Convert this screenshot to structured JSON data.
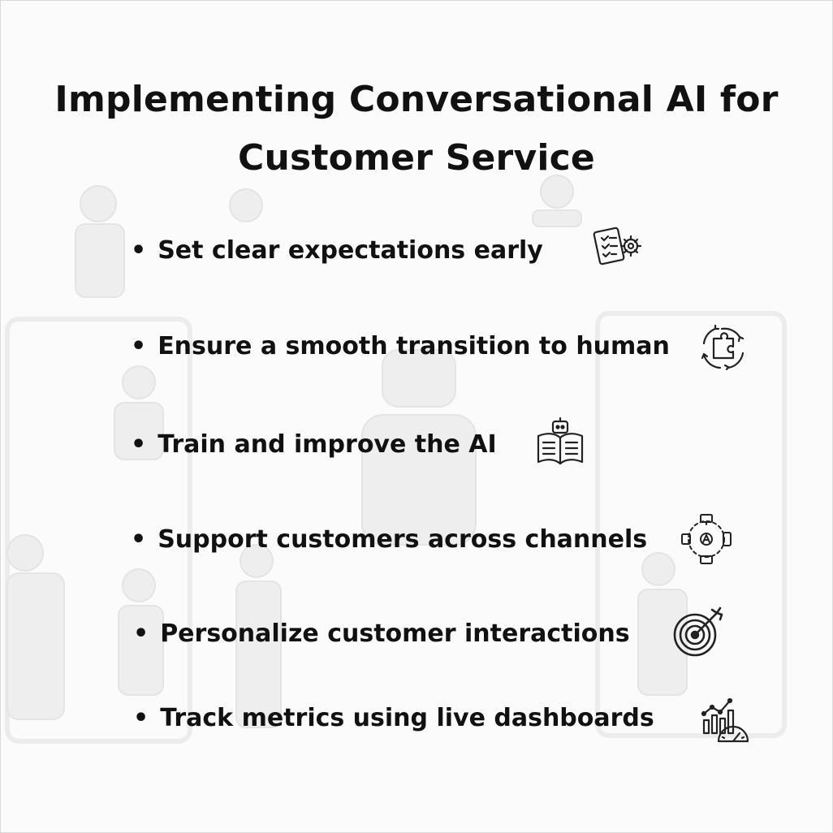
{
  "title_line1": "Implementing Conversational AI for",
  "title_line2": "Customer Service",
  "bullet_glyph": "•",
  "items": [
    {
      "label": "Set clear expectations early",
      "icon": "checklist-gear-icon"
    },
    {
      "label": "Ensure a smooth transition to human",
      "icon": "puzzle-cycle-icon"
    },
    {
      "label": "Train and improve the AI",
      "icon": "robot-book-icon"
    },
    {
      "label": "Support customers across channels",
      "icon": "omnichannel-icon"
    },
    {
      "label": "Personalize customer interactions",
      "icon": "target-arrow-icon"
    },
    {
      "label": "Track metrics using live dashboards",
      "icon": "dashboard-chart-icon"
    }
  ],
  "colors": {
    "text": "#111111",
    "background": "#fbfbfb",
    "watermark": "#e6e6e6"
  }
}
